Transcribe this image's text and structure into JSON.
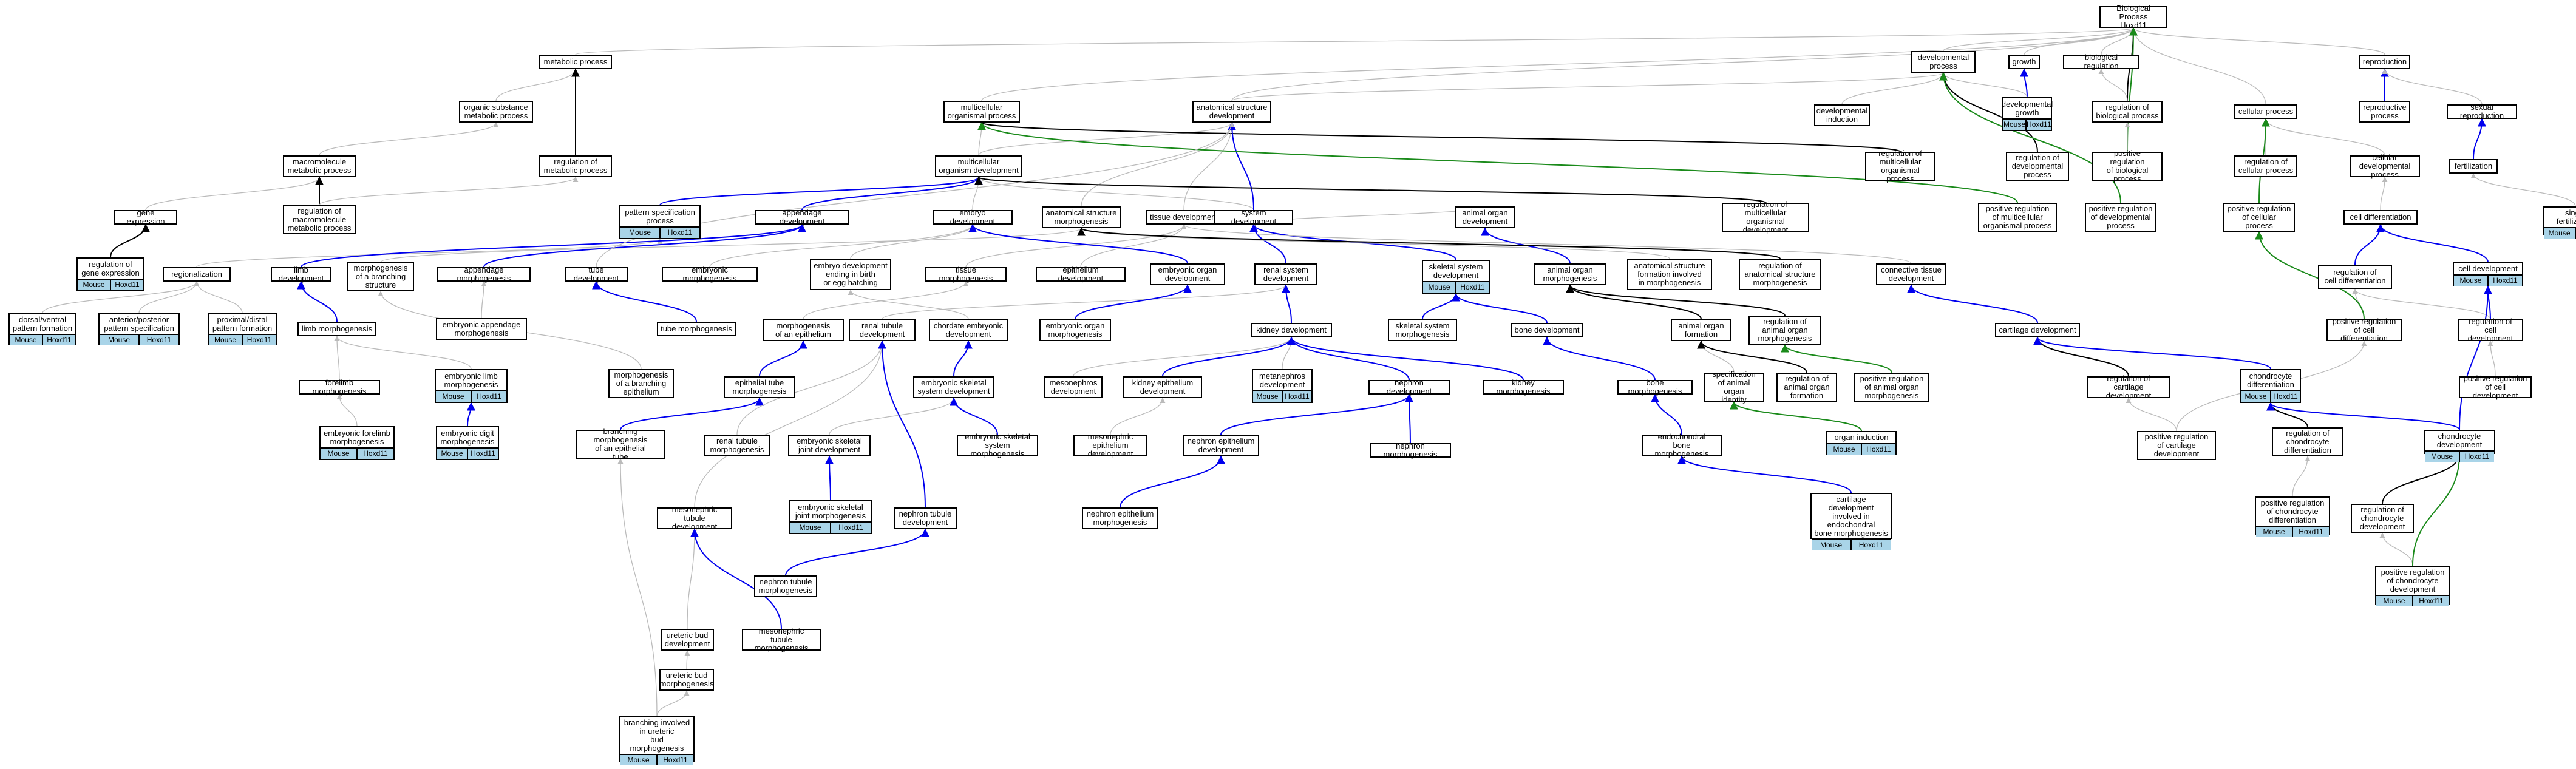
{
  "colors": {
    "gray": "#bbbbbb",
    "black": "#000000",
    "blue": "#0000ee",
    "green": "#1a8a1a",
    "annotation_fill": "#a9d4e8"
  },
  "nodes": {
    "bp": "Biological Process\nHoxd11",
    "metabolic": "metabolic process",
    "devproc": "developmental\nprocess",
    "growth": "growth",
    "bioreg": "biological regulation",
    "reproduction": "reproduction",
    "orgsub": "organic substance\nmetabolic process",
    "multiorg": "multicellular\norganismal process",
    "anatdev": "anatomical structure\ndevelopment",
    "devgrowth": "developmental\ngrowth",
    "devinduction": "developmental\ninduction",
    "regbio": "regulation of\nbiological process",
    "cellproc": "cellular process",
    "reproproc": "reproductive\nprocess",
    "sexrep": "sexual reproduction",
    "macro": "macromolecule\nmetabolic process",
    "regmeta": "regulation of\nmetabolic process",
    "multidev": "multicellular\norganism development",
    "regmulti": "regulation of\nmulticellular\norganismal process",
    "regdev": "regulation of\ndevelopmental\nprocess",
    "posbio": "positive regulation\nof biological\nprocess",
    "regcell": "regulation of\ncellular process",
    "celldevproc": "cellular developmental\nprocess",
    "fert": "fertilization",
    "geneexp": "gene expression",
    "regmacro": "regulation of\nmacromolecule\nmetabolic process",
    "patspec": "pattern specification\nprocess",
    "appdev": "appendage development",
    "embdev": "embryo development",
    "anatmorph": "anatomical structure\nmorphogenesis",
    "tissuedev": "tissue development",
    "sysdev": "system development",
    "animaldev": "animal organ\ndevelopment",
    "regmultidev": "regulation of\nmulticellular\norganismal development",
    "posmulti": "positive regulation\nof multicellular\norganismal process",
    "posdev": "positive regulation\nof developmental\nprocess",
    "poscell": "positive regulation\nof cellular\nprocess",
    "celldiff": "cell differentiation",
    "singlefert": "single fertilization",
    "reggene": "regulation of\ngene expression",
    "regionalization": "regionalization",
    "limbdev": "limb development",
    "morphbranch": "morphogenesis\nof a branching\nstructure",
    "appmorph": "appendage morphogenesis",
    "tubedev": "tube development",
    "embmorph": "embryonic morphogenesis",
    "embbirth": "embryo development\nending in birth\nor egg hatching",
    "tissuemorph": "tissue morphogenesis",
    "epidev": "epithelium development",
    "emborgdev": "embryonic organ\ndevelopment",
    "renalsys": "renal system\ndevelopment",
    "skeldev": "skeletal system\ndevelopment",
    "animalmorph": "animal organ\nmorphogenesis",
    "anatinvolved": "anatomical structure\nformation involved\nin morphogenesis",
    "reganatmorph": "regulation of\nanatomical structure\nmorphogenesis",
    "conndev": "connective tissue\ndevelopment",
    "regcelldiff": "regulation of\ncell differentiation",
    "celldev": "cell development",
    "dorsal": "dorsal/ventral\npattern formation",
    "antpost": "anterior/posterior\npattern specification",
    "proxdist": "proximal/distal\npattern formation",
    "limbmorph": "limb morphogenesis",
    "embappmorph": "embryonic appendage\nmorphogenesis",
    "tubemorph": "tube morphogenesis",
    "morphepi": "morphogenesis\nof an epithelium",
    "renaltube": "renal tubule\ndevelopment",
    "chordemb": "chordate embryonic\ndevelopment",
    "emborgmorph": "embryonic organ\nmorphogenesis",
    "kidneydev": "kidney development",
    "skelmorph": "skeletal system\nmorphogenesis",
    "bonedev": "bone development",
    "animalform": "animal organ\nformation",
    "reganimalmorph": "regulation of\nanimal organ\nmorphogenesis",
    "cartdev": "cartilage development",
    "posregcelldiff": "positive regulation\nof cell differentiation",
    "regcelldev": "regulation of\ncell development",
    "forelimb": "forelimb morphogenesis",
    "emblimb": "embryonic limb\nmorphogenesis",
    "morphbranchepi": "morphogenesis\nof a branching\nepithelium",
    "epitube": "epithelial tube\nmorphogenesis",
    "embskelsys": "embryonic skeletal\nsystem development",
    "mesoneph": "mesonephros\ndevelopment",
    "kidneyepi": "kidney epithelium\ndevelopment",
    "metaneph": "metanephros\ndevelopment",
    "nephrondev": "nephron development",
    "kidneymorph": "kidney morphogenesis",
    "bonemorph": "bone morphogenesis",
    "specanimal": "specification\nof animal organ\nidentity",
    "reganimalform": "regulation of\nanimal organ\nformation",
    "posanimalmorph": "positive regulation\nof animal organ\nmorphogenesis",
    "regcart": "regulation of\ncartilage development",
    "chondrodiff": "chondrocyte\ndifferentiation",
    "posregcelldev": "positive regulation\nof cell development",
    "embforelimb": "embryonic forelimb\nmorphogenesis",
    "embdigit": "embryonic digit\nmorphogenesis",
    "branchepitube": "branching morphogenesis\nof an epithelial\ntube",
    "renaltubemorph": "renal tubule\nmorphogenesis",
    "embskeljoint": "embryonic skeletal\njoint development",
    "embskelmorph": "embryonic skeletal\nsystem morphogenesis",
    "mesonephepi": "mesonephric\nepithelium development",
    "nephronepi": "nephron epithelium\ndevelopment",
    "nephronmorph": "nephron morphogenesis",
    "endochondral": "endochondral\nbone morphogenesis",
    "organind": "organ induction",
    "poscart": "positive regulation\nof cartilage\ndevelopment",
    "regchondro": "regulation of\nchondrocyte\ndifferentiation",
    "chondrodev": "chondrocyte\ndevelopment",
    "mesoneph_tub": "mesonephric\ntubule development",
    "embskeljointmorph": "embryonic skeletal\njoint morphogenesis",
    "nephtubule": "nephron tubule\ndevelopment",
    "nephronepimorph": "nephron epithelium\nmorphogenesis",
    "cartinvolved": "cartilage development\ninvolved in\nendochondral\nbone morphogenesis",
    "posregchondro": "positive regulation\nof chondrocyte\ndifferentiation",
    "regchondrodev": "regulation of\nchondrocyte\ndevelopment",
    "nephtubulemorph": "nephron tubule\nmorphogenesis",
    "ureteric": "ureteric bud\ndevelopment",
    "mesonephtubmorph": "mesonephric\ntubule morphogenesis",
    "posregchondrodev": "positive regulation\nof chondrocyte\ndevelopment",
    "ureticmorph": "ureteric bud\nmorphogenesis",
    "branchinvolved": "branching involved\nin ureteric\nbud morphogenesis"
  },
  "annotation": {
    "species": "Mouse",
    "gene": "Hoxd11"
  }
}
